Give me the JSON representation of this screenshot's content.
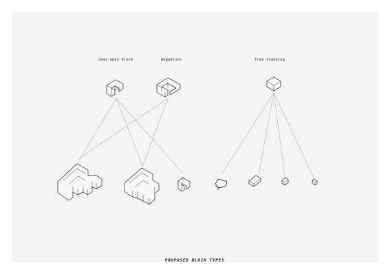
{
  "labels": {
    "semi_open_block": "semi-open block",
    "megablock": "megablock",
    "free_standing": "free standing"
  },
  "footer": {
    "title": "PROPOSED BLOCK TYPES"
  }
}
